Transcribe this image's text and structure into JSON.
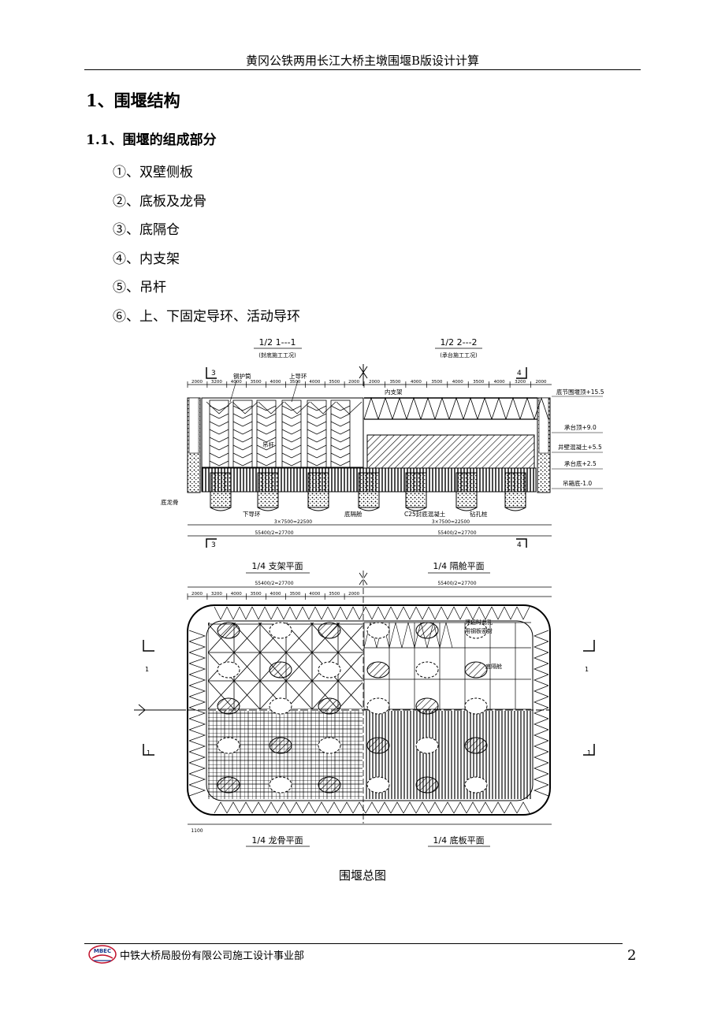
{
  "header": {
    "title": "黄冈公铁两用长江大桥主墩围堰B版设计计算"
  },
  "section": {
    "title": "1、围堰结构"
  },
  "subsection": {
    "title": "1.1、围堰的组成部分"
  },
  "parts": [
    "①、双壁侧板",
    "②、底板及龙骨",
    "③、底隔仓",
    "④、内支架",
    "⑤、吊杆",
    "⑥、上、下固定导环、活动导环"
  ],
  "figure": {
    "caption": "围堰总图",
    "elev_left_title": "1/2 1---1",
    "elev_left_sub": "(封底施工工况)",
    "elev_right_title": "1/2 2---2",
    "elev_right_sub": "(承台施工工况)",
    "labels": {
      "gang_hu_tong": "钢护筒",
      "shang_dao_huan": "上导环",
      "nei_zhi_jia": "内支架",
      "diao_gan": "吊杆",
      "di_long_gu": "底龙骨",
      "xia_dao_huan": "下导环",
      "di_ge_cang": "底隔舱",
      "c25": "C25封底混凝土",
      "zuan_kong_zhuang": "钻孔桩",
      "cheng_tai_ding": "承台顶+9.0",
      "jing_bi": "井壁混凝土+5.5",
      "cheng_tai_di": "承台底+2.5",
      "diao_xiang_di": "吊箱底-1.0",
      "di_jie_wei_yan": "底节围堰顶+15.5",
      "fu_yun": "浮运时此孔",
      "fu_yun2": "用钢板密封",
      "di_ge_cang2": "底隔舱"
    },
    "plan_titles": {
      "tl": "1/4 支架平面",
      "tr": "1/4 隔舱平面",
      "bl": "1/4 龙骨平面",
      "br": "1/4 底板平面"
    },
    "dims": {
      "half_span": "55400/2=27700",
      "three_bay": "3×7500=22500",
      "bay_row": [
        "2000",
        "3200",
        "4000",
        "3500",
        "4000",
        "3500",
        "4000",
        "3500",
        "2000"
      ],
      "sec_mark_3": "3",
      "sec_mark_4": "4",
      "sec_mark_1": "1",
      "w1100": "1100"
    }
  },
  "footer": {
    "org": "中铁大桥局股份有限公司施工设计事业部",
    "page": "2",
    "logo_text": "MBEC"
  }
}
